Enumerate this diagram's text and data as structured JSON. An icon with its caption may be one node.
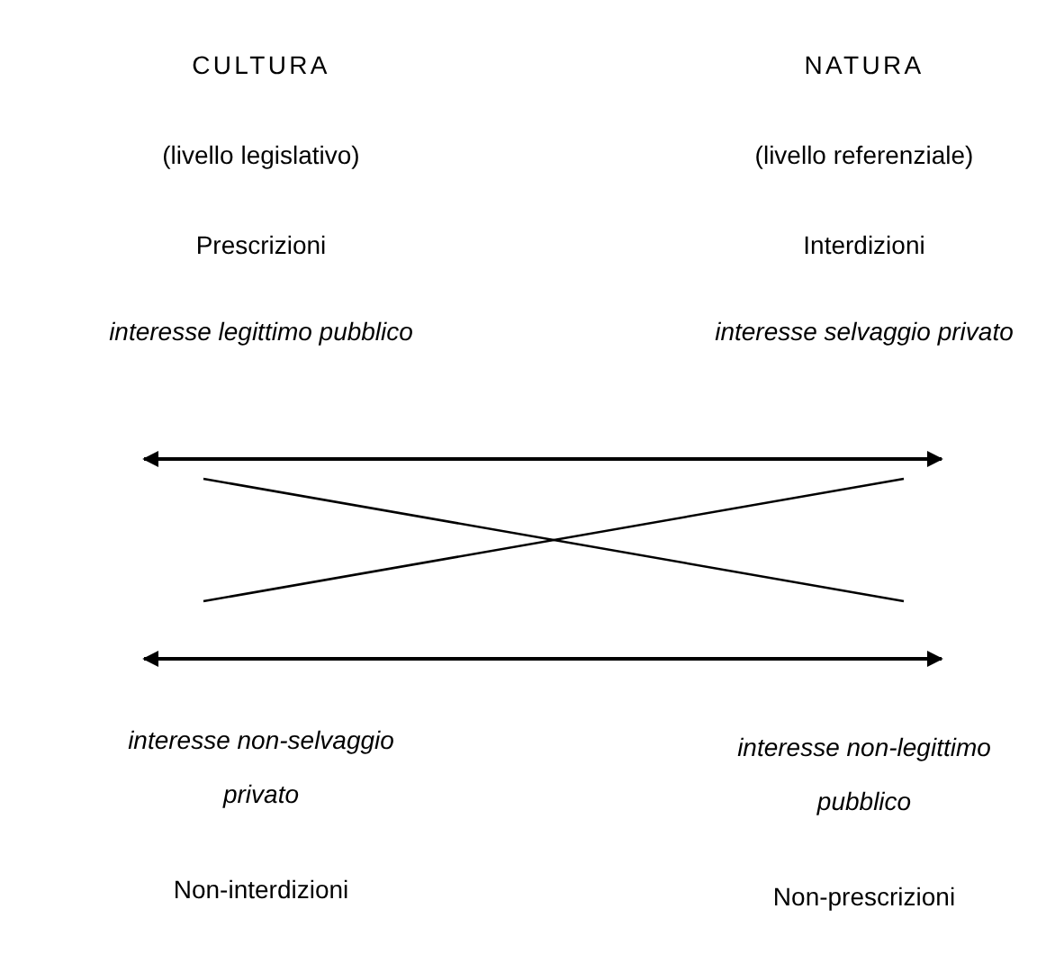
{
  "diagram": {
    "nodes": [
      {
        "text": [
          "CULTURA",
          "(livello legislativo)",
          "Prescrizioni",
          "interesse legittimo pubblico"
        ]
      },
      {
        "text": [
          "NATURA",
          "(livello referenziale)",
          "Interdizioni",
          "interesse selvaggio privato"
        ]
      },
      {
        "text": [
          "interesse non-selvaggio privato",
          "Non-interdizioni"
        ]
      },
      {
        "text": [
          "interesse non-legittimo pubblico",
          "Non-prescrizioni"
        ]
      }
    ],
    "edges": [
      {
        "from": 0,
        "to": 1,
        "arrow": "both"
      },
      {
        "from": 2,
        "to": 3,
        "arrow": "both"
      },
      {
        "from": 0,
        "to": 3,
        "arrow": "none"
      },
      {
        "from": 2,
        "to": 1,
        "arrow": "none"
      }
    ]
  }
}
